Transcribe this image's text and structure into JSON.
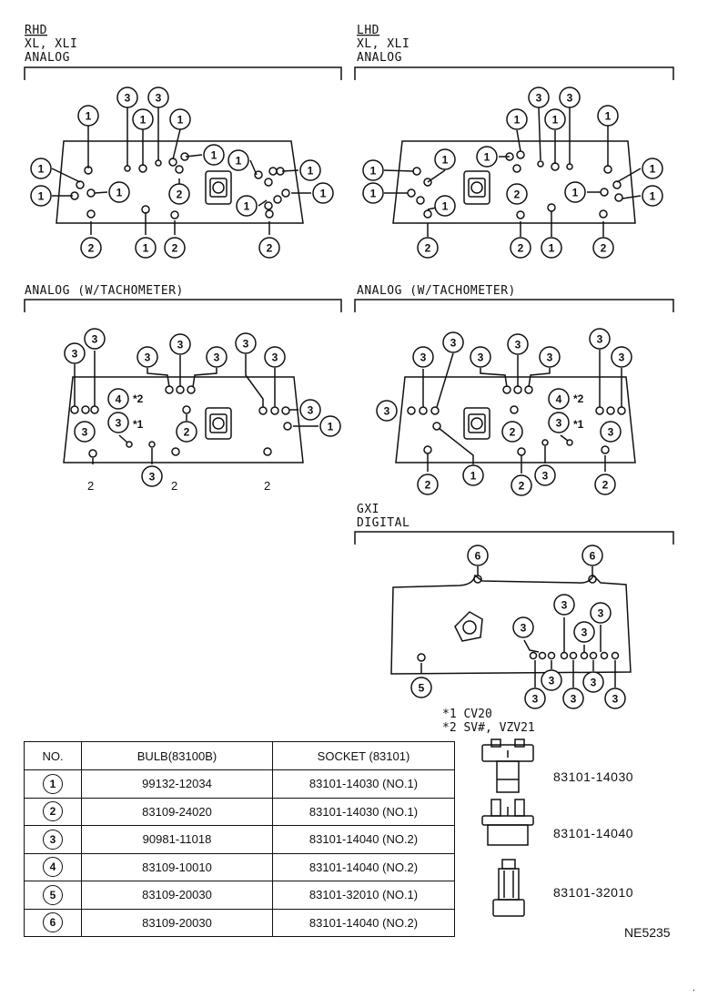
{
  "sections": {
    "rhd": {
      "code": "RHD",
      "line1": "XL, XLI",
      "line2": "ANALOG"
    },
    "lhd": {
      "code": "LHD",
      "line1": "XL, XLI",
      "line2": "ANALOG"
    },
    "tach_left": "ANALOG (W/TACHOMETER)",
    "tach_right": "ANALOG (W/TACHOMETER)",
    "gxi": {
      "line1": "GXI",
      "line2": "DIGITAL"
    }
  },
  "footnotes": {
    "star1": "*1",
    "star2": "*2",
    "note1": "*1 CV20",
    "note2": "*2 SV#, VZV21",
    "plain_two": "2"
  },
  "callout_numbers": [
    "1",
    "2",
    "3",
    "4",
    "5",
    "6"
  ],
  "table": {
    "headers": [
      "NO.",
      "BULB(83100B)",
      "SOCKET (83101)"
    ],
    "rows": [
      {
        "no": "1",
        "bulb": "99132-12034",
        "socket": "83101-14030 (NO.1)"
      },
      {
        "no": "2",
        "bulb": "83109-24020",
        "socket": "83101-14030 (NO.1)"
      },
      {
        "no": "3",
        "bulb": "90981-11018",
        "socket": "83101-14040 (NO.2)"
      },
      {
        "no": "4",
        "bulb": "83109-10010",
        "socket": "83101-14040 (NO.2)"
      },
      {
        "no": "5",
        "bulb": "83109-20030",
        "socket": "83101-32010 (NO.1)"
      },
      {
        "no": "6",
        "bulb": "83109-20030",
        "socket": "83101-14040 (NO.2)"
      }
    ]
  },
  "parts": [
    {
      "label": "83101-14030",
      "icon": "socket-14030-icon"
    },
    {
      "label": "83101-14040",
      "icon": "socket-14040-icon"
    },
    {
      "label": "83101-32010",
      "icon": "socket-32010-icon"
    }
  ],
  "figure_code": "NE5235"
}
